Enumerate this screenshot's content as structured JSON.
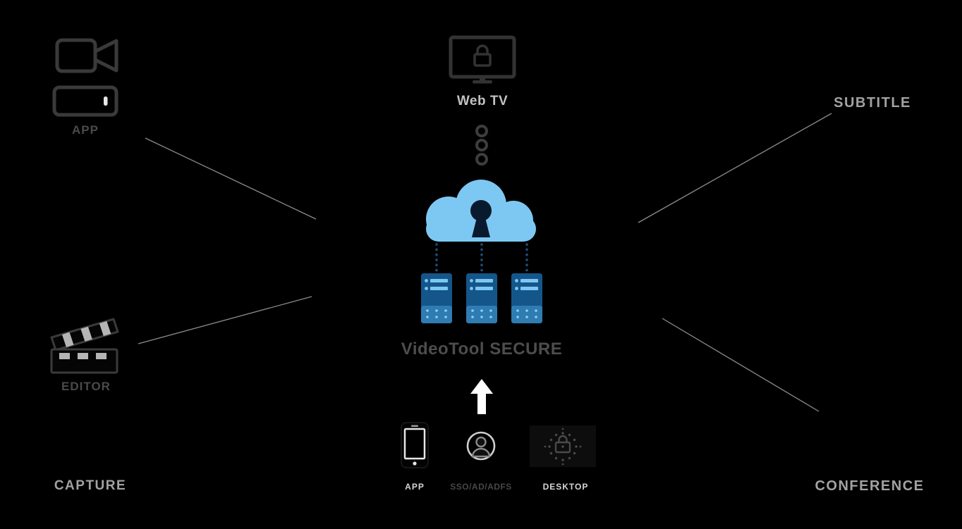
{
  "title": "VideoTool SECURE",
  "nodes": {
    "web_tv": "Web TV",
    "app_top": "APP",
    "editor": "EDITOR",
    "capture": "CAPTURE",
    "subtitle": "SUBTITLE",
    "conference": "CONFERENCE",
    "app_bottom": "APP",
    "sso": "SSO/AD/ADFS",
    "desktop": "DESKTOP"
  },
  "icons": {
    "top_left": [
      "video-camera-icon",
      "smartphone-landscape-icon"
    ],
    "editor": "clapperboard-icon",
    "web_tv": "tv-lock-icon",
    "link": "chain-icon",
    "center": "cloud-keyhole-icon",
    "servers": "server-rack-icon",
    "upload": "up-arrow-icon",
    "app_bottom": "smartphone-icon",
    "sso": "user-circle-icon",
    "desktop": "secure-desktop-icon"
  },
  "colors": {
    "background": "#000000",
    "cloud_blue": "#7dc8f2",
    "keyhole_dark": "#0a1a2e",
    "server_blue": "#15568a",
    "server_band": "#2f7cb3",
    "server_accent": "#7dc8f2",
    "server_dot": "#8fcef5",
    "dotted_blue": "#1f4e78",
    "connector_gray": "#8c8c8c",
    "section_label": "#a2a2a2",
    "dark_label": "#4a4a4a",
    "webtv_label": "#c2c2c2",
    "title_gray": "#4d4d4d",
    "bottom_label": "#d6d6d6",
    "sso_label": "#474747",
    "dark_icon": "#3a3a3a",
    "light_detail": "#e6e6e6",
    "clapper_stripe": "#b5b5b5",
    "tv_icon": "#333333",
    "chain_icon": "#3d3d3d",
    "desktop_icon": "#4a4a4a",
    "sso_ring": "#cfcfcf",
    "sso_person": "#8a8a8a",
    "arrow_white": "#ffffff"
  }
}
